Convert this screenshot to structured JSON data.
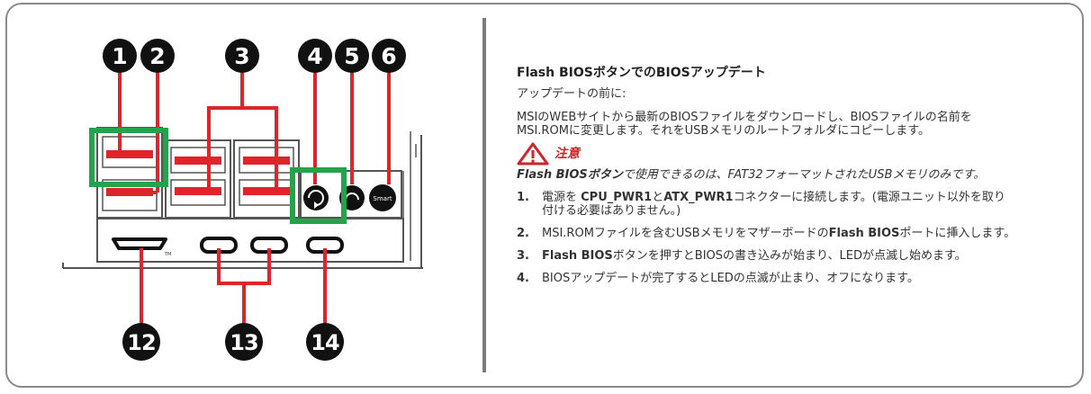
{
  "diagram": {
    "callouts": [
      "1",
      "2",
      "3",
      "4",
      "5",
      "6",
      "12",
      "13",
      "14"
    ],
    "port_labels": {
      "smart": "Smart",
      "tm": "TM"
    },
    "colors": {
      "red": "#e0242b",
      "green": "#23a34a",
      "black": "#111111",
      "gray": "#555555"
    }
  },
  "section": {
    "title": "Flash BIOSボタンでのBIOSアップデート",
    "before_label": "アップデートの前に:",
    "before_text_line1": "MSIのWEBサイトから最新のBIOSファイルをダウンロードし、BIOSファイルの名前を",
    "before_text_line2": "MSI.ROMに変更します。それをUSBメモリのルートフォルダにコピーします。",
    "caution_label": "注意",
    "note_bold": "Flash BIOSボタン",
    "note_rest": "で使用できるのは、FAT32フォーマットされたUSBメモリのみです。",
    "steps": [
      {
        "num": "1.",
        "a": "電源を ",
        "b1": "CPU_PWR1",
        "c": "と",
        "b2": "ATX_PWR1",
        "d": "コネクターに接続します。(電源ユニット以外を取り",
        "e": "付ける必要はありません。)"
      },
      {
        "num": "2.",
        "a": "MSI.ROMファイルを含むUSBメモリをマザーボードの",
        "b": "Flash BIOS",
        "c": "ポートに挿入します。"
      },
      {
        "num": "3.",
        "b": "Flash BIOS",
        "c": "ボタンを押すとBIOSの書き込みが始まり、LEDが点滅し始めます。"
      },
      {
        "num": "4.",
        "a": "BIOSアップデートが完了するとLEDの点滅が止まり、オフになります。"
      }
    ]
  }
}
